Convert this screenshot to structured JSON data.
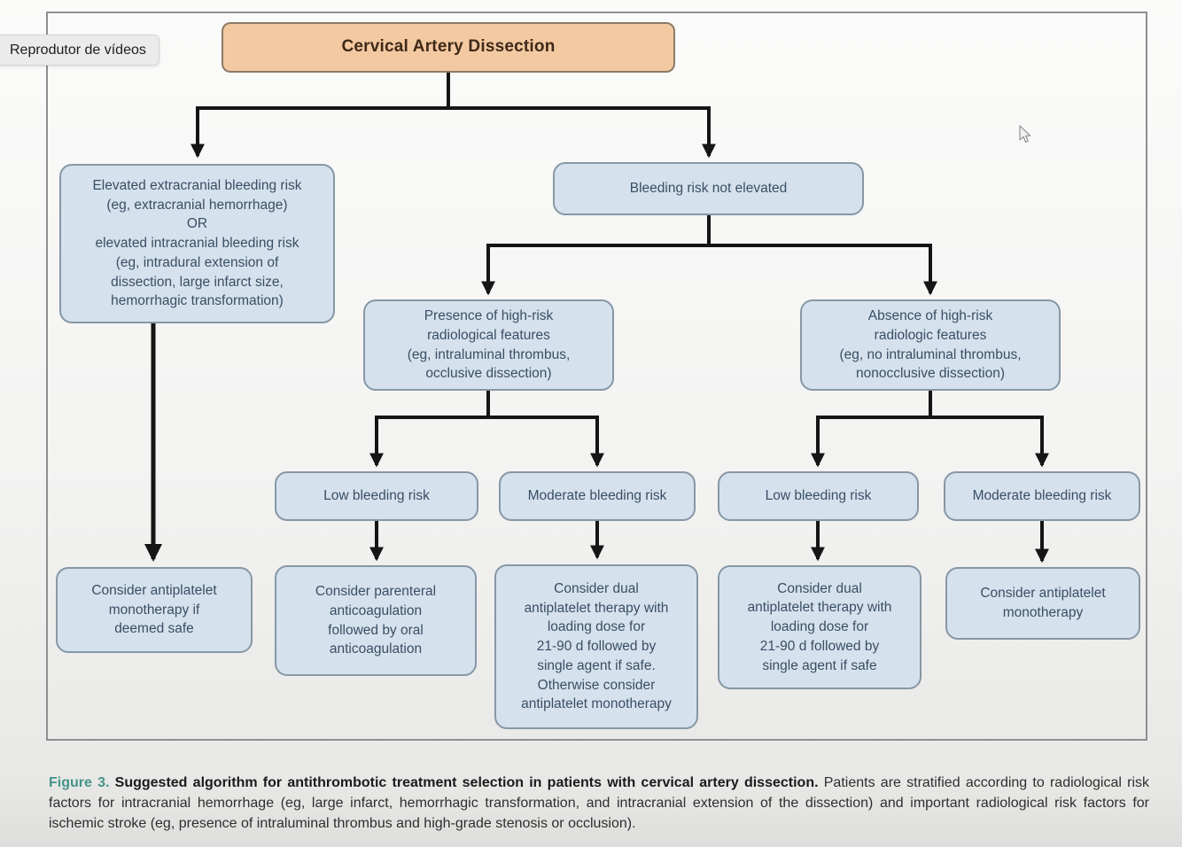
{
  "tooltip": {
    "label": "Reprodutor de vídeos"
  },
  "figure": {
    "root": {
      "label": "Cervical Artery Dissection"
    },
    "level1": {
      "elevated": "Elevated extracranial bleeding risk\n(eg, extracranial hemorrhage)\nOR\nelevated intracranial bleeding risk\n(eg, intradural extension of\ndissection, large infarct size,\nhemorrhagic transformation)",
      "not_elevated": "Bleeding risk not elevated"
    },
    "level2": {
      "presence": "Presence of high-risk\nradiological features\n(eg, intraluminal thrombus,\nocclusive dissection)",
      "absence": "Absence of high-risk\nradiologic features\n(eg, no intraluminal thrombus,\nnonocclusive dissection)"
    },
    "level3": {
      "low_left": "Low bleeding risk",
      "moderate_left": "Moderate bleeding risk",
      "low_right": "Low bleeding risk",
      "moderate_right": "Moderate bleeding risk"
    },
    "level4": {
      "antiplatelet_if_safe": "Consider antiplatelet\nmonotherapy if\ndeemed safe",
      "parenteral": "Consider parenteral\nanticoagulation\nfollowed by oral\nanticoagulation",
      "dual_otherwise": "Consider dual\nantiplatelet therapy with\nloading dose for\n21-90 d followed by\nsingle agent if safe.\nOtherwise consider\nantiplatelet monotherapy",
      "dual": "Consider dual\nantiplatelet therapy with\nloading dose for\n21-90 d followed by\nsingle agent if safe",
      "antiplatelet_mono": "Consider antiplatelet\nmonotherapy"
    }
  },
  "caption": {
    "figure_label": "Figure 3.",
    "bold_text": " Suggested algorithm for antithrombotic treatment selection in patients with cervical artery dissection.",
    "body_text": " Patients are stratified according to radiological risk factors for intracranial hemorrhage (eg, large infarct, hemorrhagic transformation, and intracranial extension of the dissection) and important radiological risk factors for ischemic stroke (eg, presence of intraluminal thrombus and high-grade stenosis or occlusion)."
  },
  "colors": {
    "root_node_fill": "#f3c9a1",
    "node_fill": "#d5e2ee",
    "node_text": "#3a4e63",
    "connector": "#151515",
    "figure_label_teal": "#47938b",
    "frame_border": "#8f8f8f",
    "tooltip_bg": "#ebebec"
  }
}
